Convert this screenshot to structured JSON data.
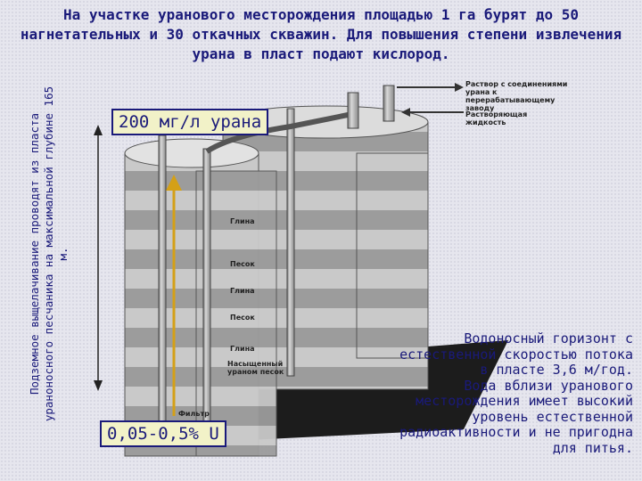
{
  "title": "На участке уранового месторождения площадью 1 га бурят до 50 нагнетательных и 30 откачных скважин. Для повышения степени извлечения урана в пласт подают кислород.",
  "vertical_text": "Подземное выщелачивание проводят из пласта ураноносного песчаника на максимальной глубине 165 м.",
  "badge_top": "200 мг/л урана",
  "badge_bottom": "0,05-0,5% U",
  "right_text": "Водоносный горизонт с\nестественной скоростью потока\nв пласте 3,6 м/год.\nВода вблизи уранового\nместорождения имеет высокий\nуровень естественной\nрадиоактивности и не пригодна\nдля питья.",
  "diagram_labels": {
    "pipe_to_plant": "Раствор с соединениями урана к перерабатывающему заводу",
    "solution": "Растворяющая жидкость",
    "clay1": "Глина",
    "sand1": "Песок",
    "clay2": "Глина",
    "sand2": "Песок",
    "clay3": "Глина",
    "ore_sand": "Насыщенный ураном песок",
    "filter": "Фильтр"
  },
  "colors": {
    "text": "#1a1a7a",
    "arrow": "#d4a017",
    "badge_bg": "#f2f2c8"
  }
}
